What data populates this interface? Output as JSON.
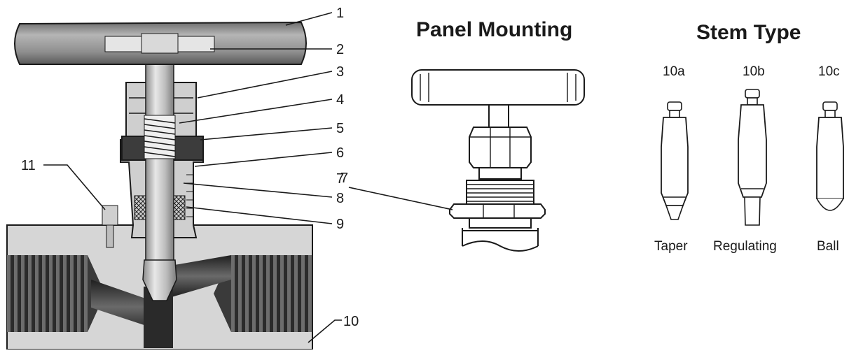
{
  "sections": {
    "panel_mounting": "Panel Mounting",
    "stem_type": "Stem Type"
  },
  "callouts": {
    "c1": "1",
    "c2": "2",
    "c3": "3",
    "c4": "4",
    "c5": "5",
    "c6": "6",
    "c7": "7",
    "c8": "8",
    "c9": "9",
    "c10": "10",
    "c11": "11",
    "c7_panel": "7"
  },
  "stems": [
    {
      "code": "10a",
      "name": "Taper"
    },
    {
      "code": "10b",
      "name": "Regulating"
    },
    {
      "code": "10c",
      "name": "Ball"
    }
  ],
  "icons": [
    "handle-icon",
    "valve-body-icon",
    "stem-icon",
    "packing-icon"
  ],
  "colors": {
    "body": "#d9d9d9",
    "dark": "#3a3a3a",
    "steel": "#bdbdbd"
  }
}
